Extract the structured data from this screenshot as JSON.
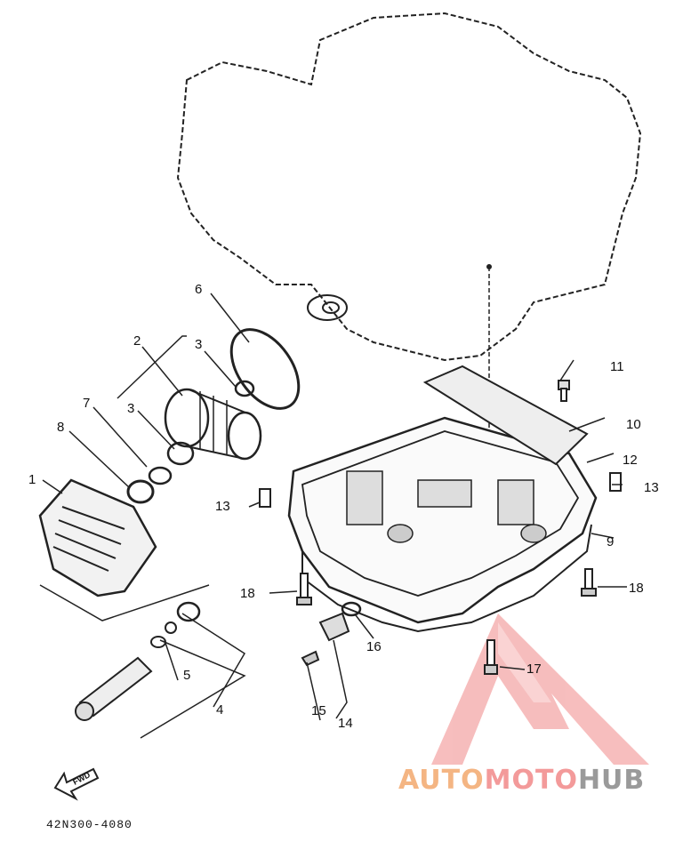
{
  "diagram": {
    "part_labels": [
      "1",
      "2",
      "3",
      "3",
      "4",
      "5",
      "6",
      "7",
      "8",
      "9",
      "10",
      "11",
      "12",
      "13",
      "13",
      "14",
      "15",
      "16",
      "17",
      "18",
      "18"
    ],
    "fwd_label": "FWD",
    "diagram_code": "42N300-4080"
  },
  "watermark": {
    "part1": "AUTO",
    "part2": "MOTO",
    "part3": "HUB",
    "colors": {
      "auto": "#f4b583",
      "moto": "#f39a9a",
      "hub": "#9a9a9a",
      "logo_triangle": "#f3a0a0"
    }
  }
}
